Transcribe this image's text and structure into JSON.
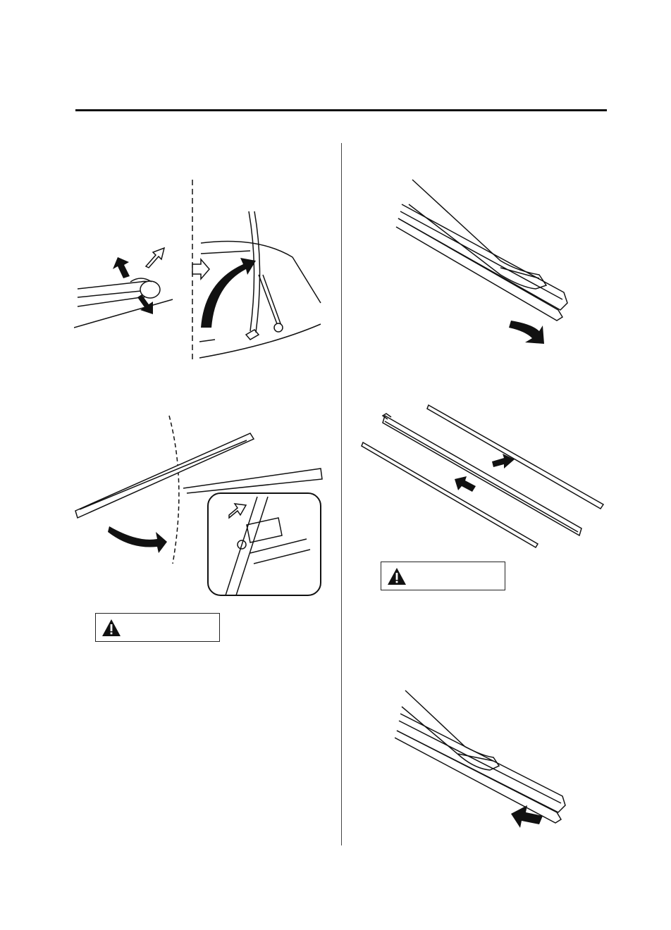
{
  "page": {
    "header_rule": "top-rule",
    "column_divider": "center-divider"
  },
  "figures": [
    {
      "id": "fig1",
      "icon": "wiper-arm-release-illustration"
    },
    {
      "id": "fig2",
      "icon": "wiper-blade-removal-illustration"
    },
    {
      "id": "fig3",
      "icon": "wiper-blade-rubber-pull-illustration"
    },
    {
      "id": "fig4",
      "icon": "wiper-rubber-strips-insert-illustration"
    },
    {
      "id": "fig5",
      "icon": "wiper-blade-rubber-reinsert-illustration"
    }
  ],
  "warnings": [
    {
      "id": "warn-left",
      "icon": "warning-triangle-icon"
    },
    {
      "id": "warn-right",
      "icon": "warning-triangle-icon"
    }
  ],
  "colors": {
    "ink": "#111111",
    "background": "#ffffff"
  }
}
